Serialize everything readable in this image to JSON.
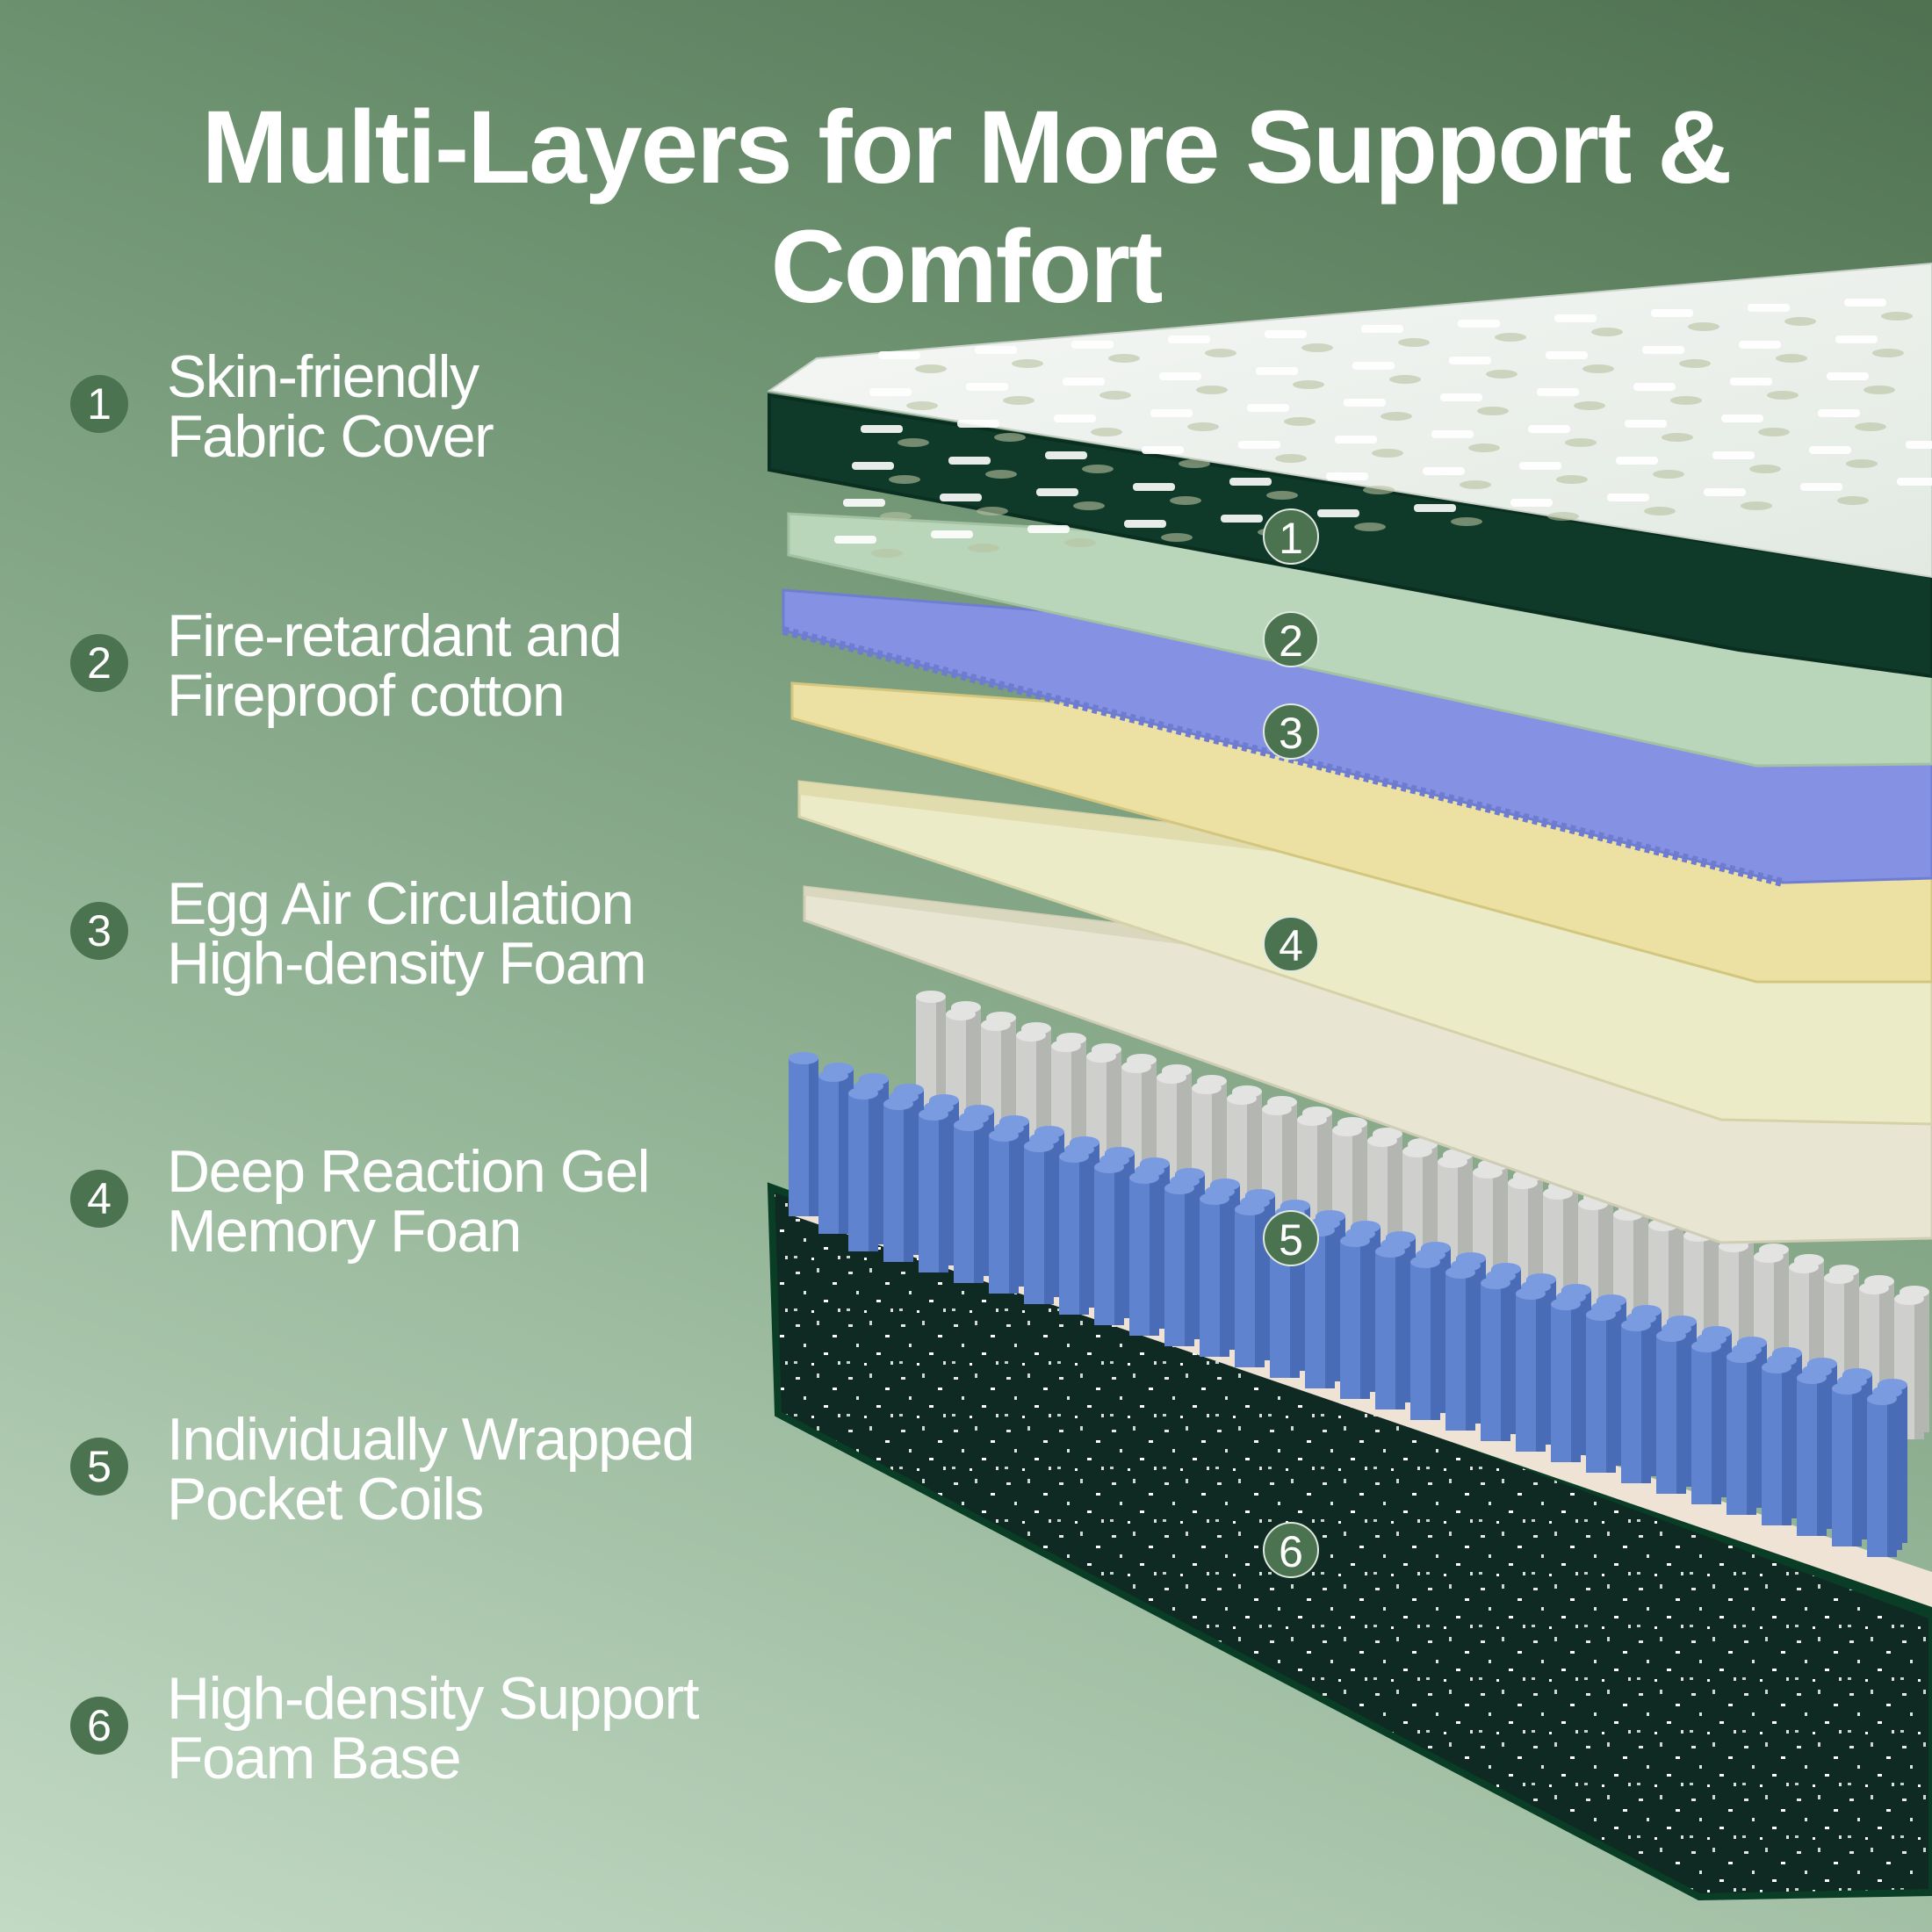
{
  "title": "Multi-Layers for More Support & Comfort",
  "layers": [
    {
      "number": "1",
      "line1": "Skin-friendly",
      "line2": "Fabric Cover"
    },
    {
      "number": "2",
      "line1": "Fire-retardant and",
      "line2": "Fireproof cotton"
    },
    {
      "number": "3",
      "line1": "Egg Air Circulation",
      "line2": "High-density Foam"
    },
    {
      "number": "4",
      "line1": "Deep Reaction Gel",
      "line2": "Memory Foan"
    },
    {
      "number": "5",
      "line1": "Individually Wrapped",
      "line2": "Pocket Coils"
    },
    {
      "number": "6",
      "line1": "High-density Support",
      "line2": "Foam Base"
    }
  ],
  "colors": {
    "cover_top": "#eef3ee",
    "cover_border": "#0f3a2a",
    "cotton": "#b7d3b8",
    "egg_foam": "#7f8ce0",
    "gel_foam_yellow": "#e4dc9a",
    "memory_foam": "#e6e4c8",
    "support_sheet": "#e7e6d6",
    "coils_blue": "#5f83cf",
    "coils_grey": "#cfd0cd",
    "base": "#0f2a22",
    "badge": "#4c7350"
  }
}
